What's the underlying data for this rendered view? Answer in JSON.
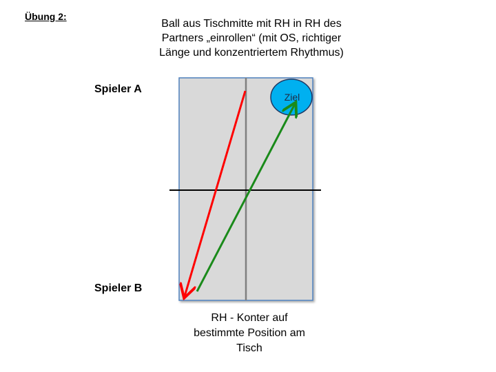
{
  "exercise_label": "Übung 2:",
  "title_lines": [
    "Ball aus Tischmitte mit RH in RH des",
    "Partners „einrollen“ (mit OS, richtiger",
    "Länge und konzentriertem Rhythmus)"
  ],
  "players": {
    "a": "Spieler A",
    "b": "Spieler B"
  },
  "target": {
    "label": "Ziel",
    "color": "#00b0f0"
  },
  "caption_lines": [
    "RH - Konter auf",
    "bestimmte Position am",
    "Tisch"
  ],
  "colors": {
    "table_fill": "#d9d9d9",
    "table_border": "#4f81bd",
    "red_arrow": "#ff0000",
    "green_arrow": "#1a8a1a"
  }
}
